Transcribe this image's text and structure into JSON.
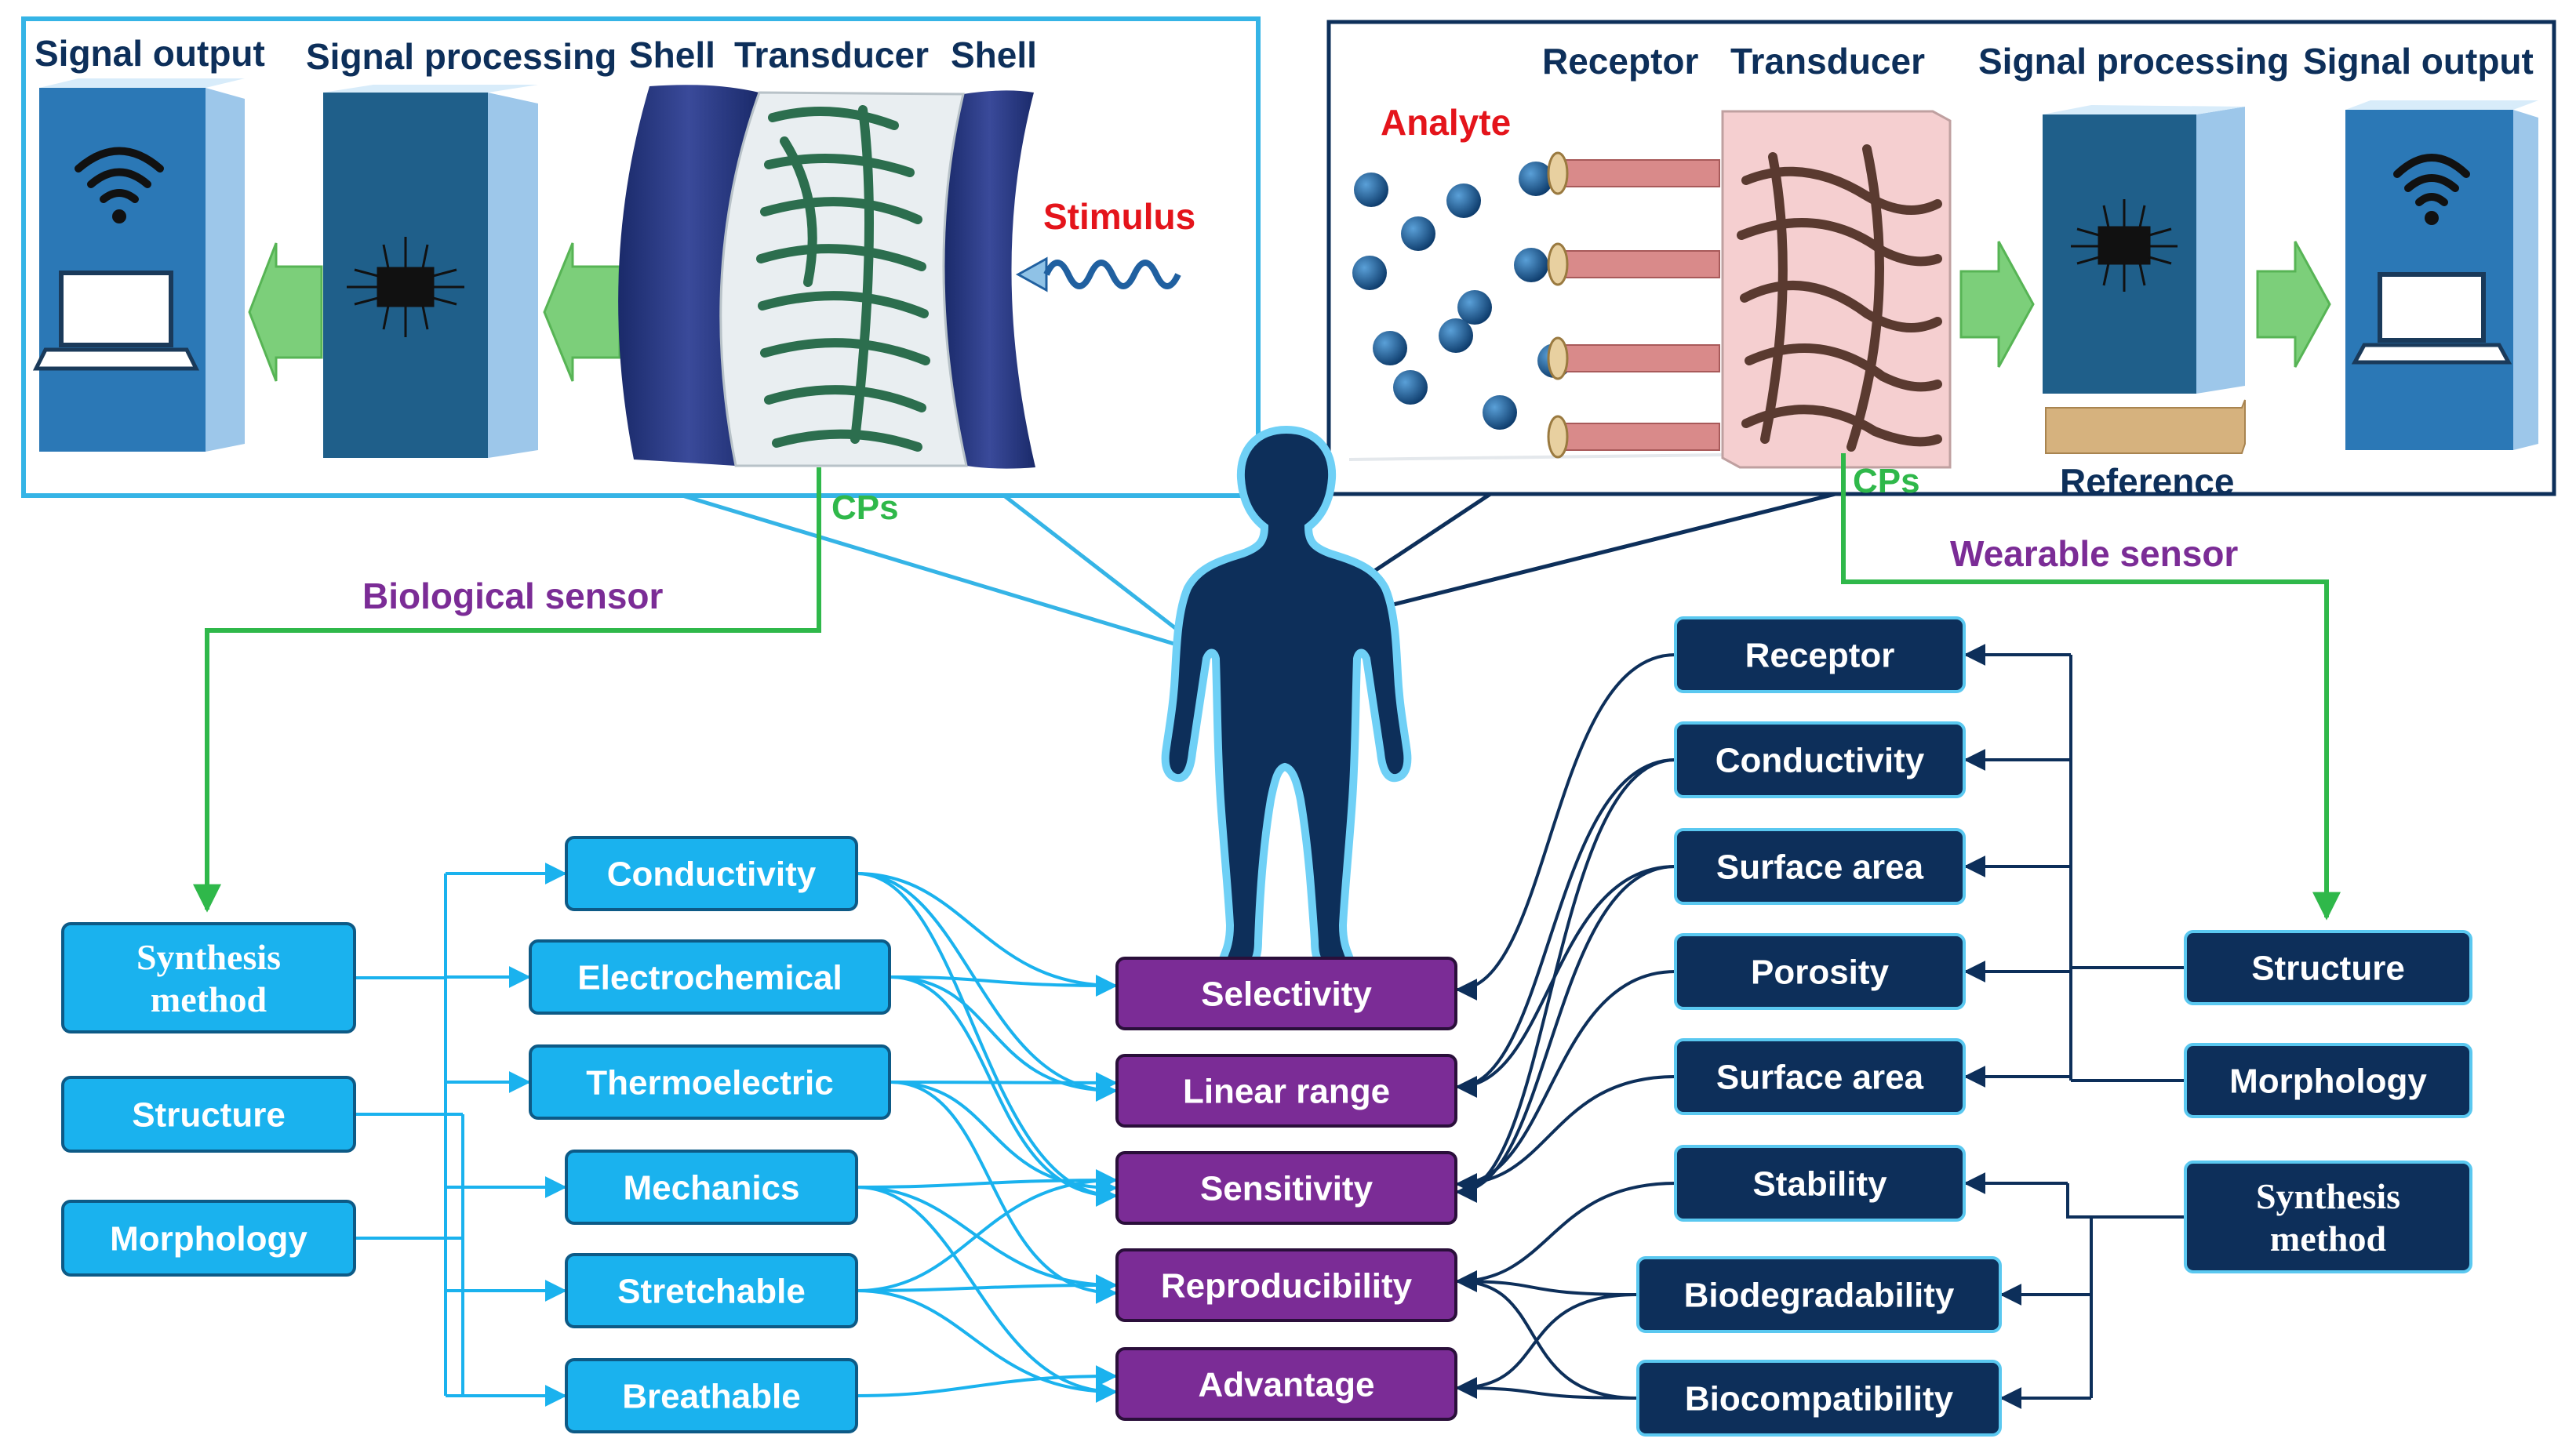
{
  "top_left_panel": {
    "signal_output": "Signal output",
    "signal_processing": "Signal processing",
    "shell_left": "Shell",
    "transducer": "Transducer",
    "shell_right": "Shell",
    "stimulus": "Stimulus",
    "cps": "CPs"
  },
  "top_right_panel": {
    "analyte": "Analyte",
    "receptor": "Receptor",
    "transducer": "Transducer",
    "signal_processing": "Signal processing",
    "signal_output": "Signal output",
    "cps": "CPs",
    "reference": "Reference"
  },
  "branch_labels": {
    "biological": "Biological sensor",
    "wearable": "Wearable sensor"
  },
  "left_inputs": [
    "Synthesis",
    "method",
    "Structure",
    "Morphology"
  ],
  "left_properties": [
    "Conductivity",
    "Electrochemical",
    "Thermoelectric",
    "Mechanics",
    "Stretchable",
    "Breathable"
  ],
  "center_metrics": [
    "Selectivity",
    "Linear range",
    "Sensitivity",
    "Reproducibility",
    "Advantage"
  ],
  "right_properties": [
    "Receptor",
    "Conductivity",
    "Surface area",
    "Porosity",
    "Surface area",
    "Stability",
    "Biodegradability",
    "Biocompatibility"
  ],
  "right_inputs": [
    "Structure",
    "Morphology",
    "Synthesis",
    "method"
  ],
  "colors": {
    "light_box": "#1ab2ee",
    "dark_box": "#0d2f5a",
    "metric_box": "#7b2c96",
    "green_arrow": "#2fb84a",
    "purple_text": "#7b2c96",
    "panel_left_border": "#35b4e6",
    "panel_right_border": "#0d2f5a",
    "cps_text": "#2fb84a",
    "red_text": "#e4141b"
  }
}
